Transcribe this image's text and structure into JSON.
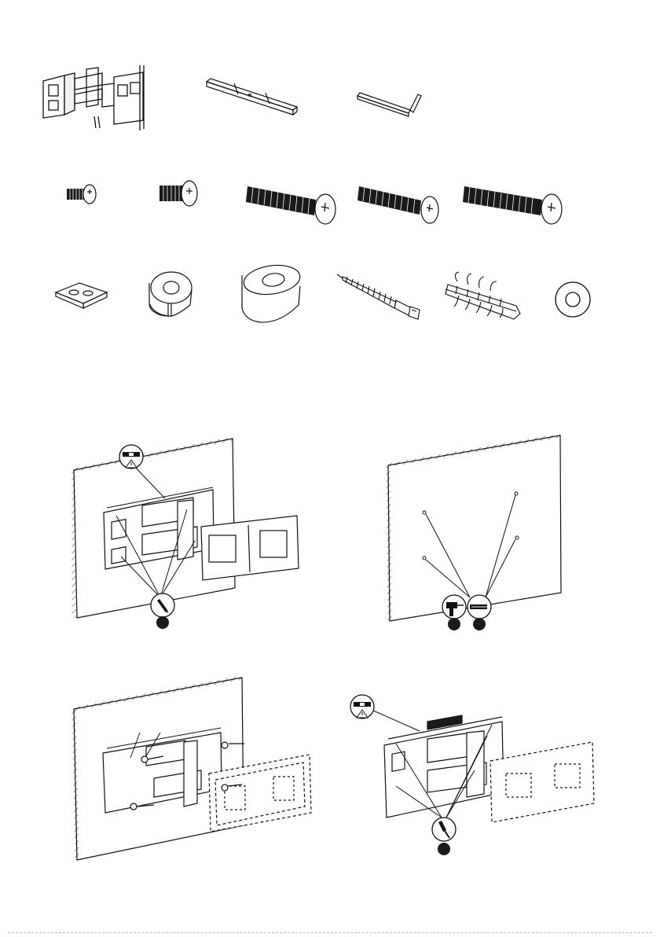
{
  "page": {
    "kind": "wall-mount installation instructions",
    "text_labels": []
  },
  "parts": [
    {
      "id": "wall-mount-assembly",
      "icon": "wall-mount-icon"
    },
    {
      "id": "safety-bracket",
      "icon": "bracket-bar-icon"
    },
    {
      "id": "allen-key",
      "icon": "hex-key-icon"
    },
    {
      "id": "short-bolt-m4",
      "icon": "short-bolt-icon"
    },
    {
      "id": "short-bolt-m6",
      "icon": "short-bolt-icon"
    },
    {
      "id": "long-bolt-large",
      "icon": "long-bolt-icon"
    },
    {
      "id": "long-bolt-medium",
      "icon": "long-bolt-icon"
    },
    {
      "id": "long-bolt-large-2",
      "icon": "long-bolt-icon"
    },
    {
      "id": "spacer-plate",
      "icon": "plate-icon"
    },
    {
      "id": "spacer-short",
      "icon": "spacer-icon"
    },
    {
      "id": "spacer-long",
      "icon": "spacer-icon"
    },
    {
      "id": "lag-bolt",
      "icon": "lag-bolt-icon"
    },
    {
      "id": "wall-anchor",
      "icon": "anchor-icon"
    },
    {
      "id": "washer",
      "icon": "washer-icon"
    }
  ],
  "steps": [
    {
      "id": "step-1-mark-holes",
      "tools": [
        "level-icon",
        "pencil-icon"
      ]
    },
    {
      "id": "step-2-drill-holes",
      "tools": [
        "drill-icon",
        "anchor-icon"
      ]
    },
    {
      "id": "step-3-attach-bolts",
      "tools": []
    },
    {
      "id": "step-4-level-and-tighten",
      "tools": [
        "level-icon",
        "screwdriver-icon"
      ]
    }
  ],
  "colors": {
    "ink": "#111111",
    "badge": "#1a1a1a",
    "paper": "#ffffff"
  }
}
